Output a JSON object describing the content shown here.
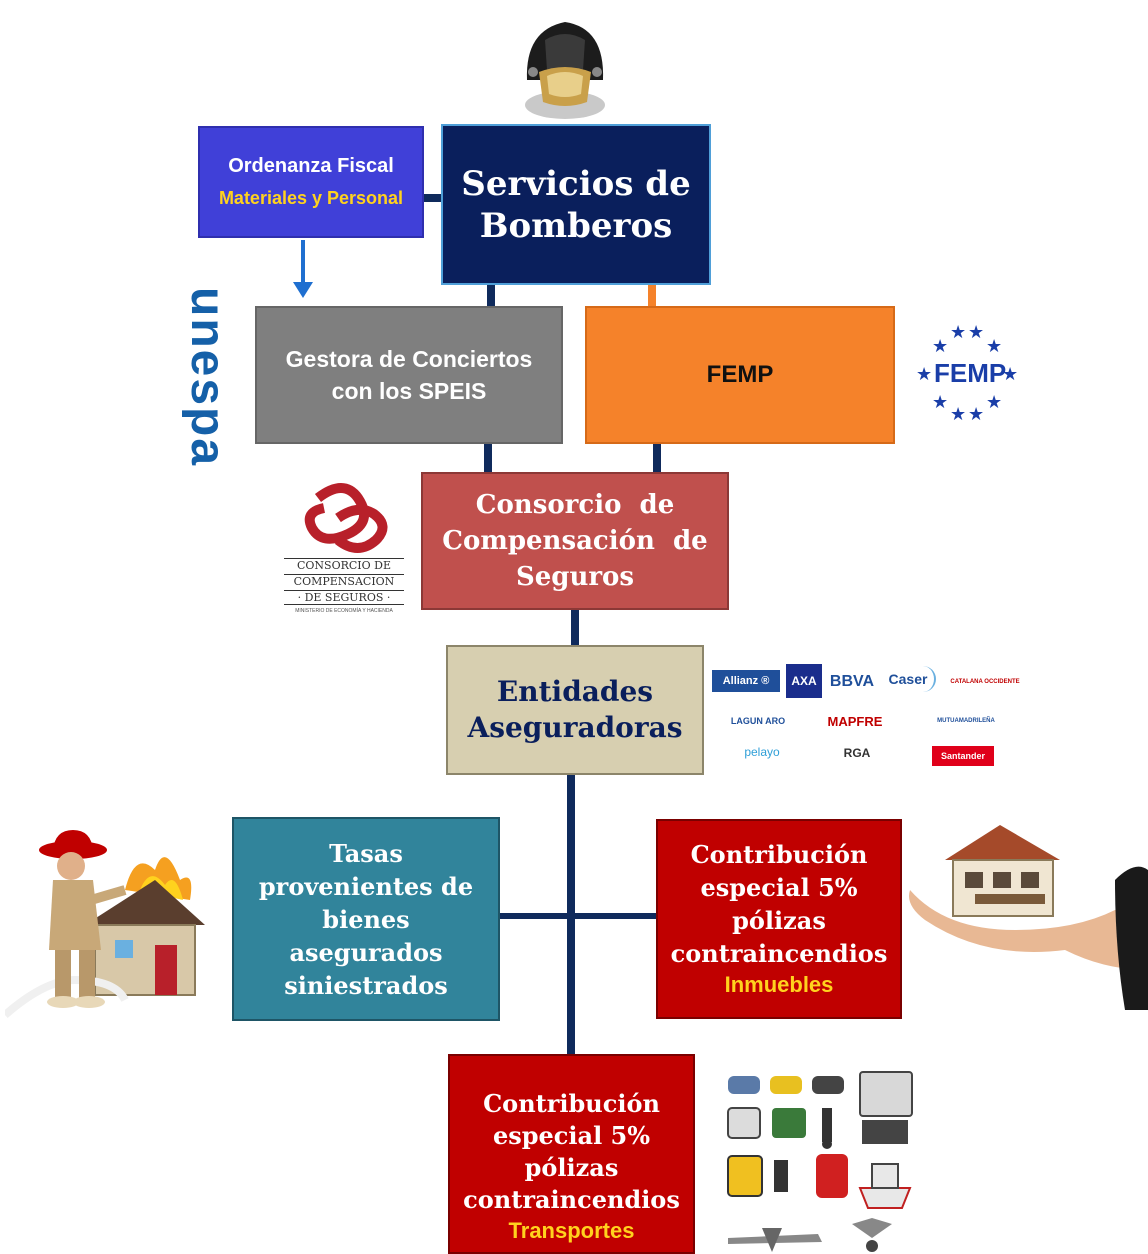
{
  "nodes": {
    "bomberos": {
      "line1": "Servicios de",
      "line2": "Bomberos"
    },
    "ordenanza": {
      "line1": "Ordenanza Fiscal",
      "line2": "Materiales y Personal"
    },
    "gestora": {
      "line1": "Gestora de Conciertos",
      "line2": "con los SPEIS"
    },
    "femp": {
      "label": "FEMP"
    },
    "consorcio": {
      "line1": "Consorcio  de",
      "line2": "Compensación  de",
      "line3": "Seguros"
    },
    "entidades": {
      "line1": "Entidades",
      "line2": "Aseguradoras"
    },
    "tasas": {
      "line1": "Tasas",
      "line2": "provenientes de",
      "line3": "bienes",
      "line4": "asegurados",
      "line5": "siniestrados"
    },
    "inmuebles": {
      "line1": "Contribución",
      "line2": "especial 5%",
      "line3": "pólizas",
      "line4": "contraincendios",
      "highlight": "Inmuebles"
    },
    "transportes": {
      "line1": "Contribución",
      "line2": "especial 5%",
      "line3": "pólizas",
      "line4": "contraincendios",
      "highlight": "Transportes"
    }
  },
  "logos": {
    "unespa": "unespa",
    "femp_logo": "FEMP",
    "consorcio_logo": {
      "line1": "CONSORCIO DE",
      "line2": "COMPENSACION",
      "line3": "· DE SEGUROS ·",
      "line4": "MINISTERIO DE ECONOMÍA Y HACIENDA"
    },
    "insurers": {
      "allianz": "Allianz ®",
      "axa": "AXA",
      "bbva": "BBVA",
      "caser": "Caser",
      "catalana": "CATALANA OCCIDENTE",
      "lagunaro": "LAGUN ARO",
      "mapfre": "MAPFRE",
      "mutua": "MUTUAMADRILEÑA",
      "pelayo": "pelayo",
      "rga": "RGA",
      "santander": "Santander"
    }
  },
  "colors": {
    "navy": "#0a1f5c",
    "ordenanza": "#4040d8",
    "gestora": "#7f7f7f",
    "femp": "#f5822a",
    "consorcio": "#c0504d",
    "entidades": "#d7cfb0",
    "tasas": "#31849b",
    "red": "#c00000",
    "highlight": "#ffd21e"
  },
  "icons": [
    "firefighter-helmet-icon",
    "firefighter-house-icon",
    "hand-house-icon",
    "vehicles-icon",
    "arrow-down-icon"
  ]
}
